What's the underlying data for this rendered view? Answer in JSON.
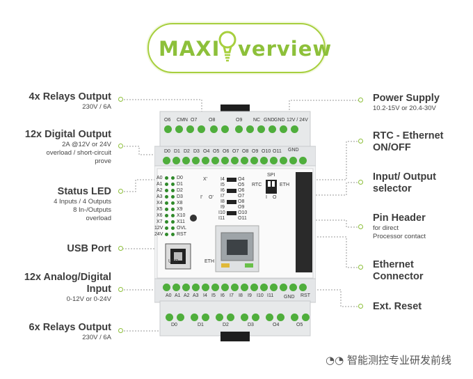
{
  "title": {
    "part1": "MAXI",
    "part2": "verview"
  },
  "left_labels": [
    {
      "id": "relays-top",
      "title": "4x Relays Output",
      "sub": [
        "230V / 6A"
      ]
    },
    {
      "id": "digital-output",
      "title": "12x Digital Output",
      "sub": [
        "2A @12V or 24V",
        "overload / short-circuit",
        "prove"
      ]
    },
    {
      "id": "status-led",
      "title": "Status LED",
      "sub": [
        "4 Inputs / 4 Outputs",
        "8 In-/Outputs",
        "overload"
      ]
    },
    {
      "id": "usb-port",
      "title": "USB Port",
      "sub": []
    },
    {
      "id": "analog-digital",
      "title": "12x Analog/Digital Input",
      "title_lines": [
        "12x Analog/Digital",
        "Input"
      ],
      "sub": [
        "0-12V or 0-24V"
      ]
    },
    {
      "id": "relays-bottom",
      "title": "6x Relays Output",
      "sub": [
        "230V / 6A"
      ]
    }
  ],
  "right_labels": [
    {
      "id": "power-supply",
      "title_lines": [
        "Power Supply"
      ],
      "sub": [
        "10.2-15V or 20.4-30V"
      ]
    },
    {
      "id": "rtc-ethernet",
      "title_lines": [
        "RTC - Ethernet",
        "ON/OFF"
      ],
      "sub": []
    },
    {
      "id": "io-selector",
      "title_lines": [
        "Input/ Output",
        "selector"
      ],
      "sub": []
    },
    {
      "id": "pin-header",
      "title_lines": [
        "Pin Header"
      ],
      "sub": [
        "for direct",
        "Processor contact"
      ]
    },
    {
      "id": "ethernet-connector",
      "title_lines": [
        "Ethernet",
        "Connector"
      ],
      "sub": []
    },
    {
      "id": "ext-reset",
      "title_lines": [
        "Ext. Reset"
      ],
      "sub": []
    }
  ],
  "device": {
    "top_relay_terms": [
      "O6",
      "CMN",
      "O7",
      "O8",
      "O9",
      "NC",
      "GND",
      "GND",
      "12V / 24V"
    ],
    "digital_out_terms": [
      "D0",
      "D1",
      "D2",
      "D3",
      "O4",
      "O5",
      "O6",
      "O7",
      "O8",
      "O9",
      "O10",
      "O11"
    ],
    "gnd_label": "GND",
    "led_left": [
      "A0",
      "A1",
      "A2",
      "A3",
      "X4",
      "X5",
      "X6",
      "X7",
      "12V",
      "24V"
    ],
    "led_right": [
      "D0",
      "D1",
      "D2",
      "D3",
      "X8",
      "X9",
      "X10",
      "X11",
      "OVL",
      "RST"
    ],
    "selector_left": [
      "I4",
      "I5",
      "I6",
      "I7",
      "I8",
      "I9",
      "I10",
      "I11"
    ],
    "selector_right": [
      "O4",
      "O5",
      "O6",
      "O7",
      "O8",
      "O9",
      "O10",
      "O11"
    ],
    "relay_symbol": [
      "X'",
      "I'",
      "O'"
    ],
    "rtc": "RTC",
    "eth_switch": "ETH",
    "spi": "SPI",
    "switch_marks": [
      "I",
      "O"
    ],
    "usb": "USB",
    "eth": "ETH",
    "analog_terms": [
      "A0",
      "A1",
      "A2",
      "A3",
      "I4",
      "I5",
      "I6",
      "I7",
      "I8",
      "I9",
      "I10",
      "I11",
      "RST"
    ],
    "analog_gnd": "GND",
    "bottom_relay_labels": [
      "D0",
      "D1",
      "D2",
      "D3",
      "O4",
      "O5"
    ]
  },
  "watermark": "智能测控专业研发前线",
  "colors": {
    "accent": "#8dc03a",
    "terminal": "#4fae3c",
    "housing": "#e9ebec",
    "led": "#2f8a2a"
  }
}
